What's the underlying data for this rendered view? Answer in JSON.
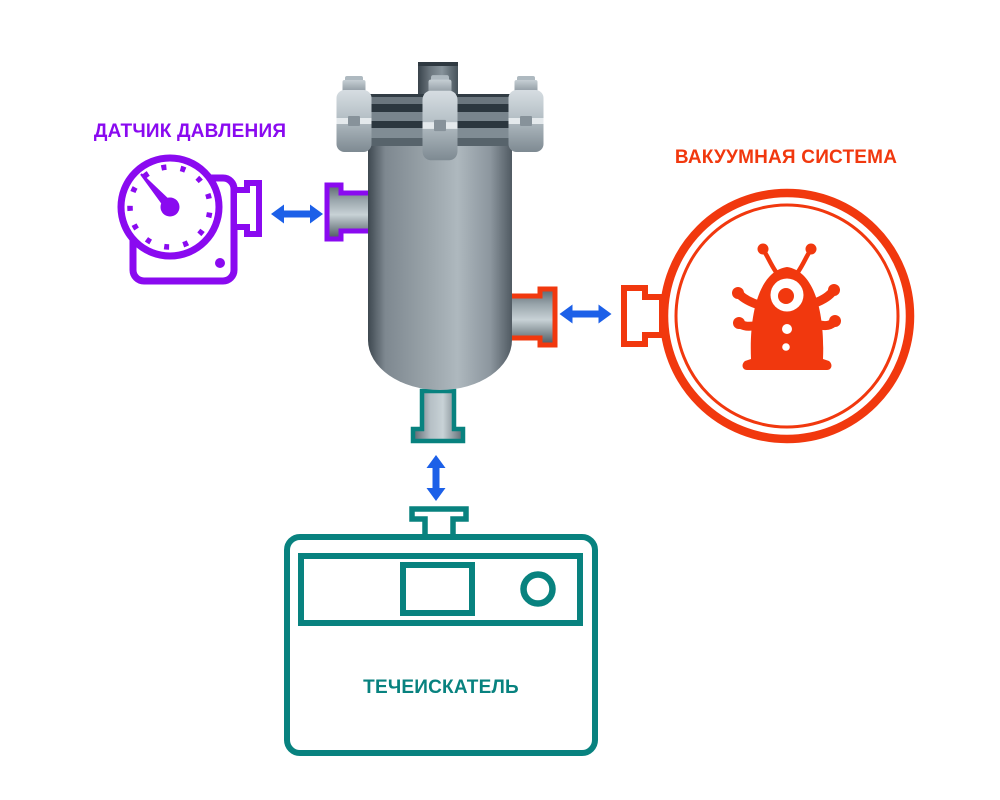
{
  "colors": {
    "pressure_sensor_purple": "#8A0AF0",
    "vacuum_system_orange": "#F1380E",
    "leak_detector_teal": "#08827F",
    "arrow_blue": "#1C60E8"
  },
  "components": {
    "pressure_sensor": {
      "label": "ДАТЧИК ДАВЛЕНИЯ"
    },
    "vacuum_chamber": {
      "label": ""
    },
    "vacuum_system": {
      "label": "ВАКУУМНАЯ СИСТЕМА"
    },
    "leak_detector": {
      "label": "ТЕЧЕИСКАТЕЛЬ"
    }
  }
}
